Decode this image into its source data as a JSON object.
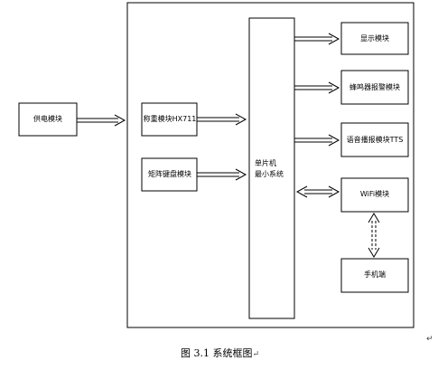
{
  "blocks": {
    "power": "供电模块",
    "weigh": "称重模块HX711",
    "keypad": "矩阵键盘模块",
    "mcu_line1": "单片机",
    "mcu_line2": "最小系统",
    "display": "显示模块",
    "buzzer": "蜂鸣器报警模块",
    "voice": "语音播报模块TTS",
    "wifi": "WiFi模块",
    "phone": "手机端"
  },
  "caption": "图 3.1 系统框图",
  "paragraph_mark": "↵"
}
